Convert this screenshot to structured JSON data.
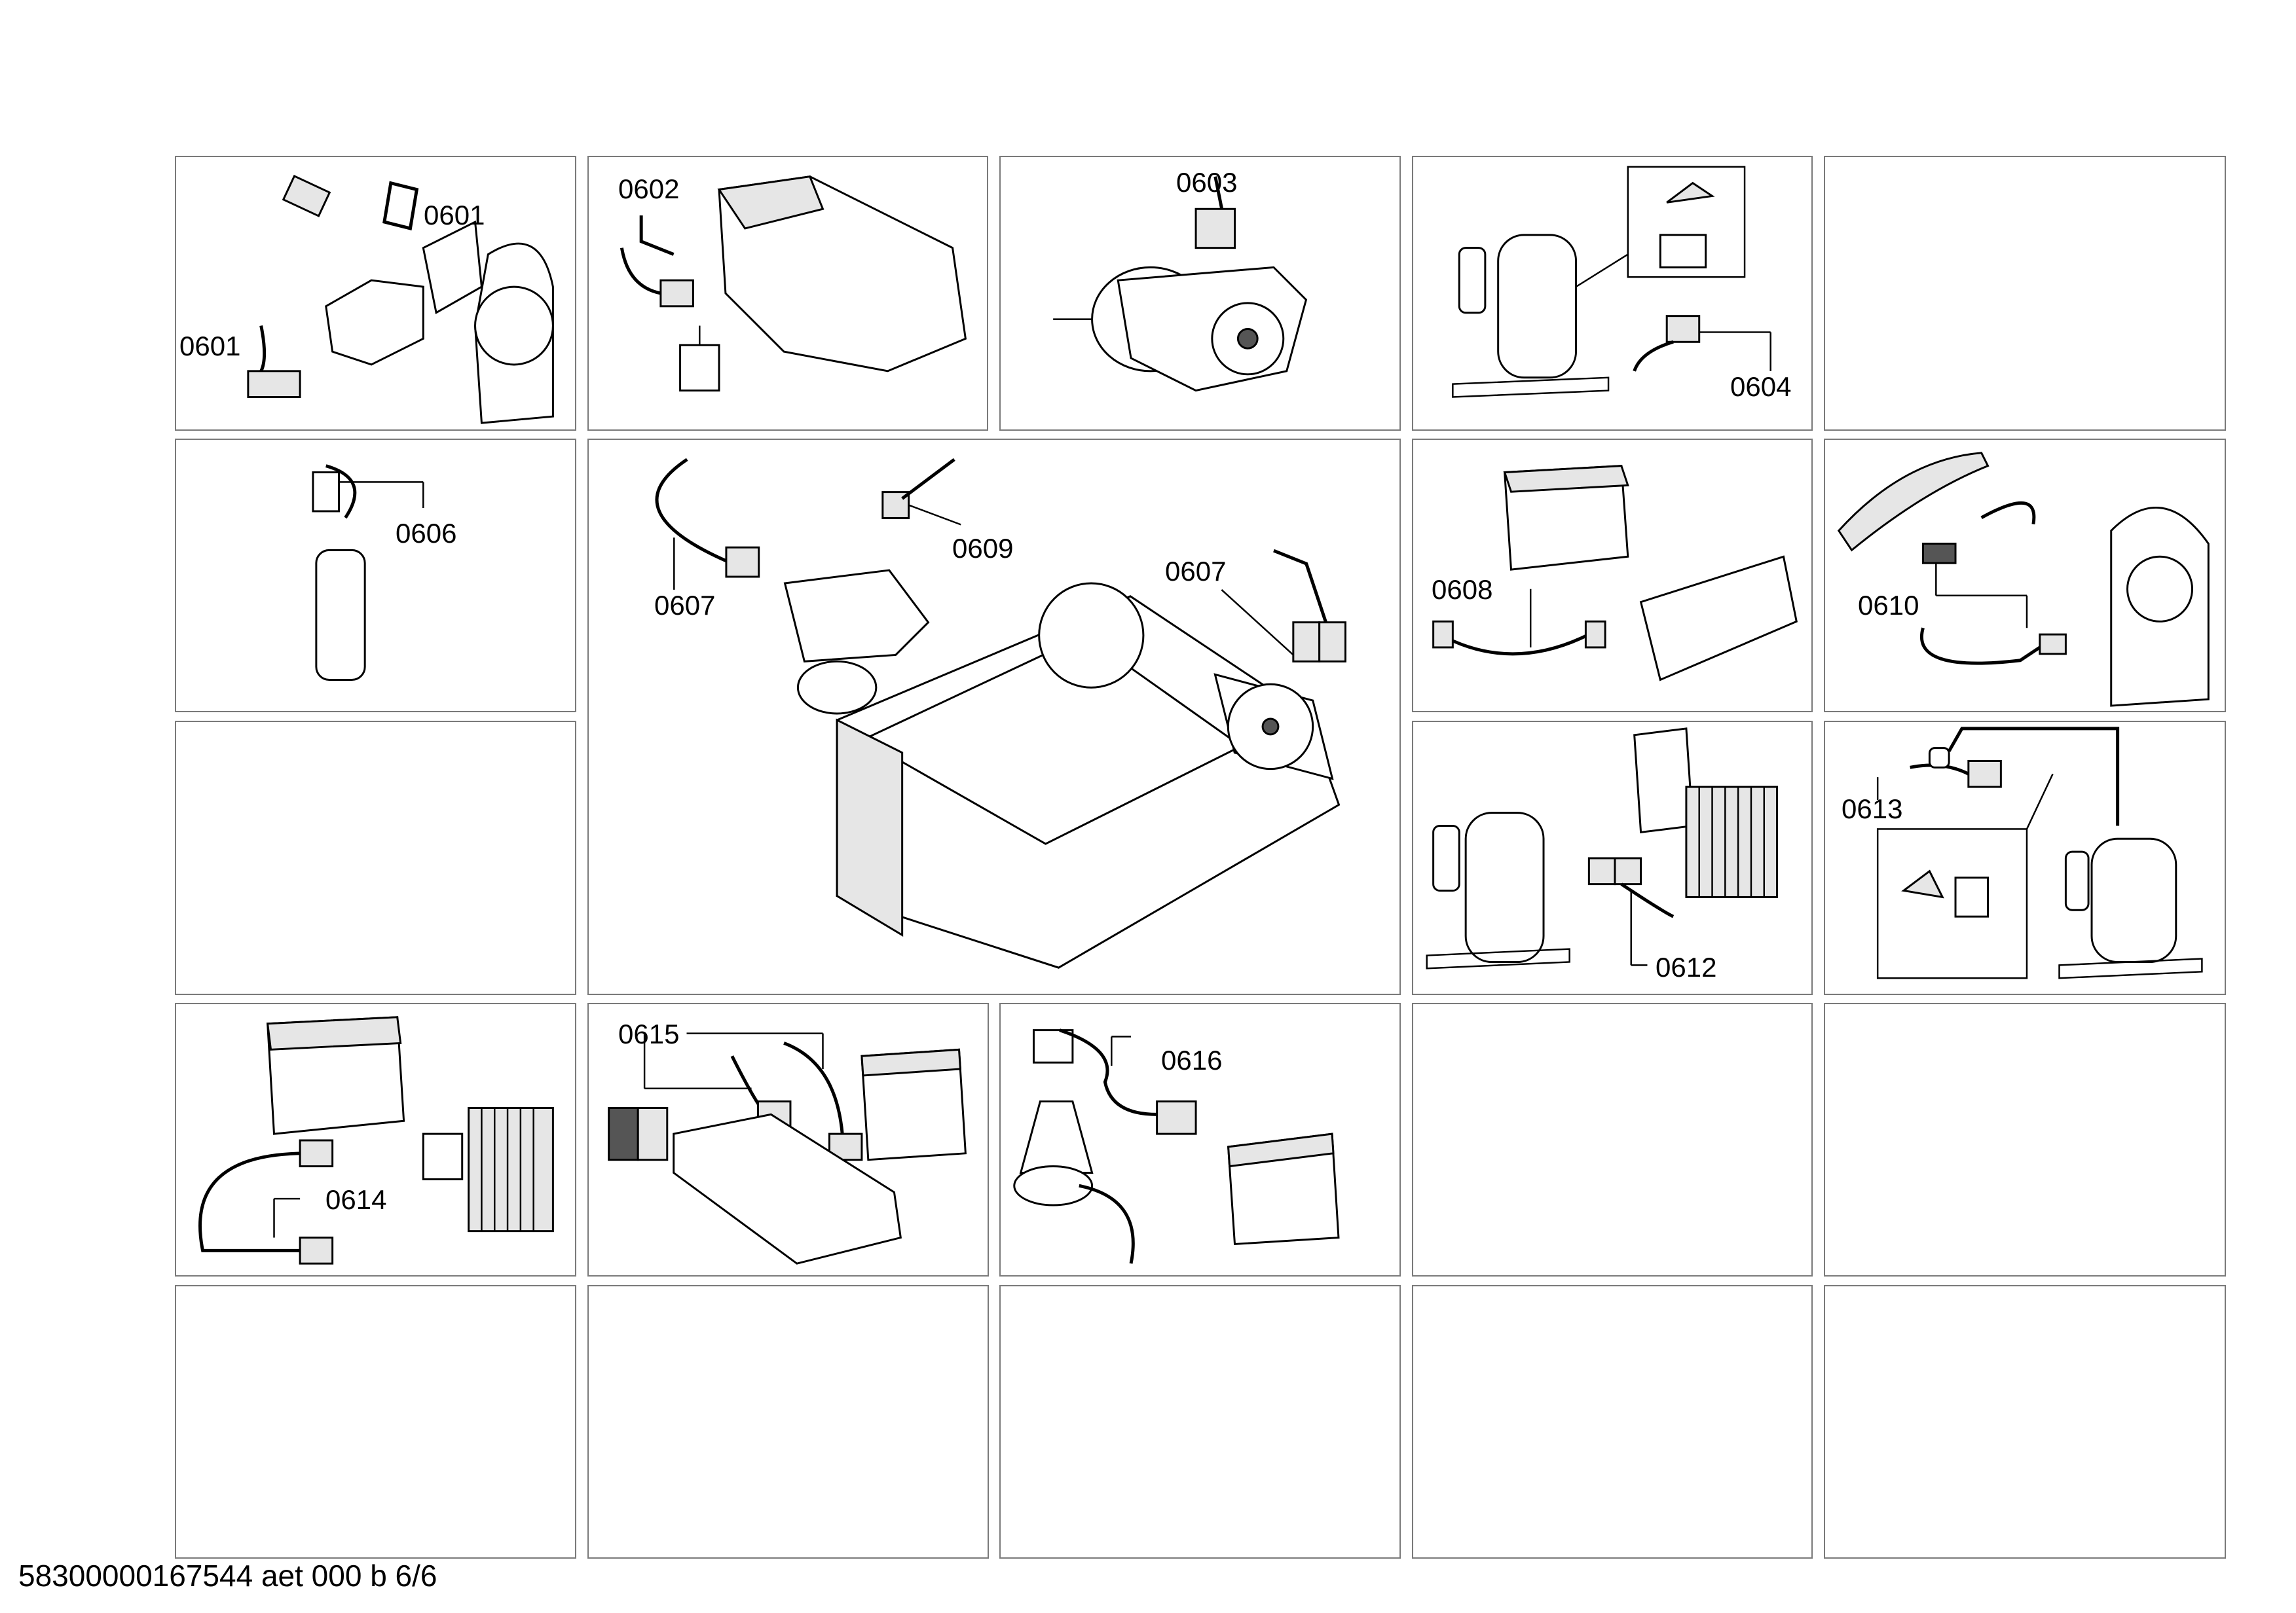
{
  "footer": {
    "doc_id": "58300000167544 aet 000 b 6/6"
  },
  "labels": {
    "c11a": "0601",
    "c11b": "0601",
    "c12": "0602",
    "c13": "0603",
    "c14": "0604",
    "c21": "0606",
    "c22a": "0607",
    "c22b": "0609",
    "c22c": "0607",
    "c24": "0608",
    "c25": "0610",
    "c34": "0612",
    "c35": "0613",
    "c41": "0614",
    "c42": "0615",
    "c43": "0616"
  }
}
